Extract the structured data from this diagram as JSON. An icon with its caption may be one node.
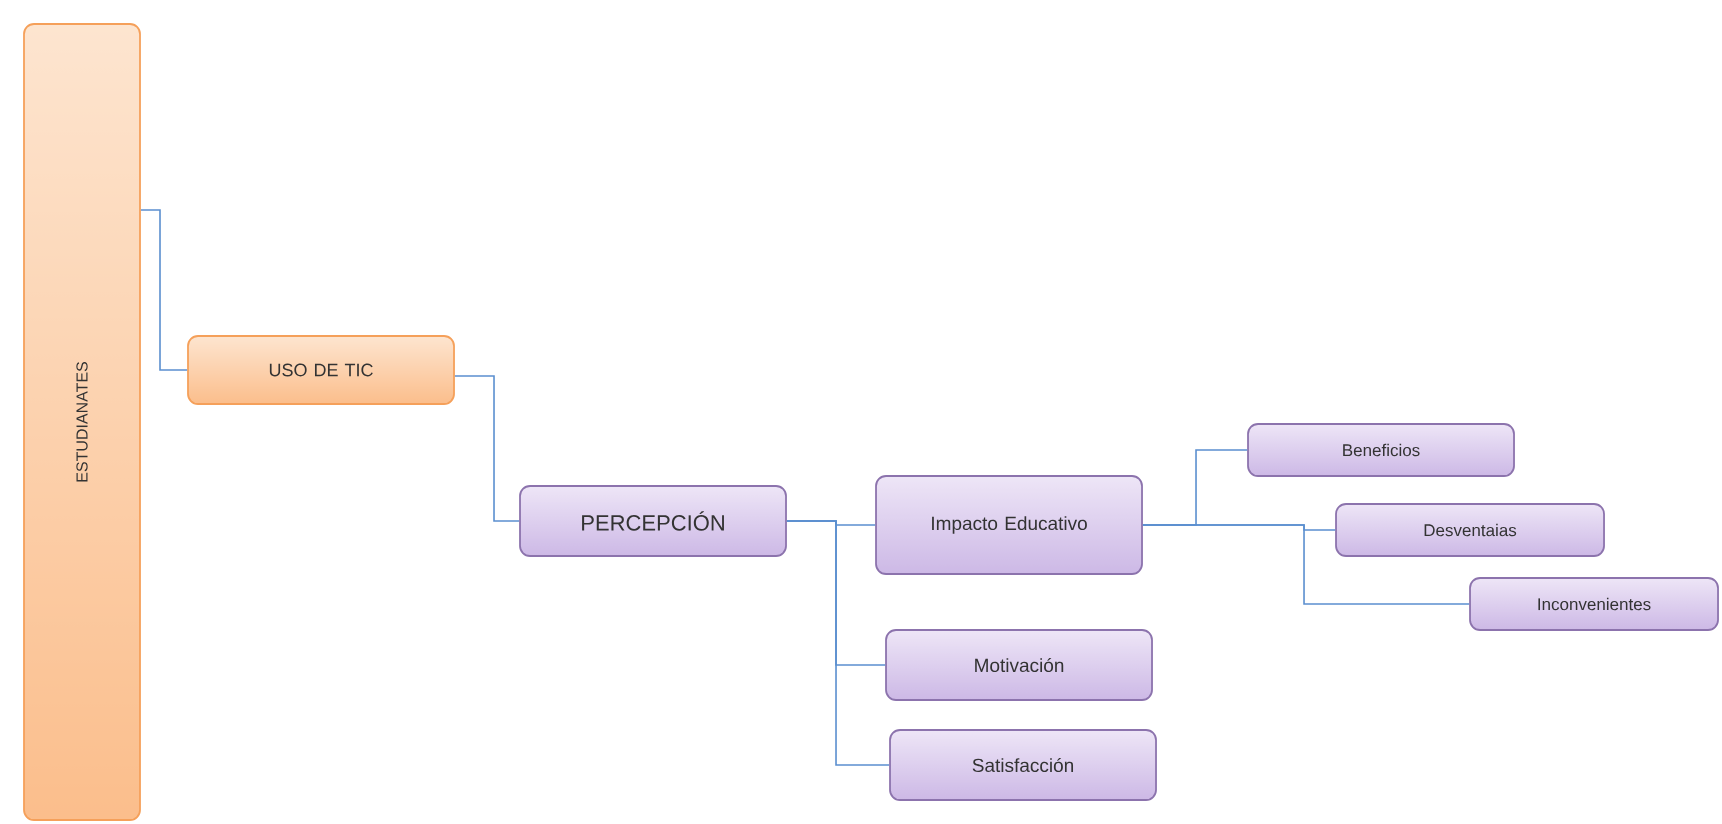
{
  "diagram": {
    "nodes": [
      {
        "text": [
          "ESTUDIANATES"
        ]
      },
      {
        "text": [
          "USO DE TIC"
        ]
      },
      {
        "text": [
          "PERCEPCIÓN"
        ]
      },
      {
        "text": [
          "Impacto Educativo"
        ]
      },
      {
        "text": [
          "Motivación"
        ]
      },
      {
        "text": [
          "Satisfacción"
        ]
      },
      {
        "text": [
          "Beneficios"
        ]
      },
      {
        "text": [
          "Desventaias"
        ]
      },
      {
        "text": [
          "Inconvenientes"
        ]
      }
    ],
    "edges": [
      {
        "from": 0,
        "to": 1,
        "arrow": "none"
      },
      {
        "from": 1,
        "to": 2,
        "arrow": "none"
      },
      {
        "from": 2,
        "to": 3,
        "arrow": "none"
      },
      {
        "from": 2,
        "to": 4,
        "arrow": "none"
      },
      {
        "from": 2,
        "to": 5,
        "arrow": "none"
      },
      {
        "from": 3,
        "to": 6,
        "arrow": "none"
      },
      {
        "from": 3,
        "to": 7,
        "arrow": "none"
      },
      {
        "from": 3,
        "to": 8,
        "arrow": "none"
      }
    ]
  }
}
